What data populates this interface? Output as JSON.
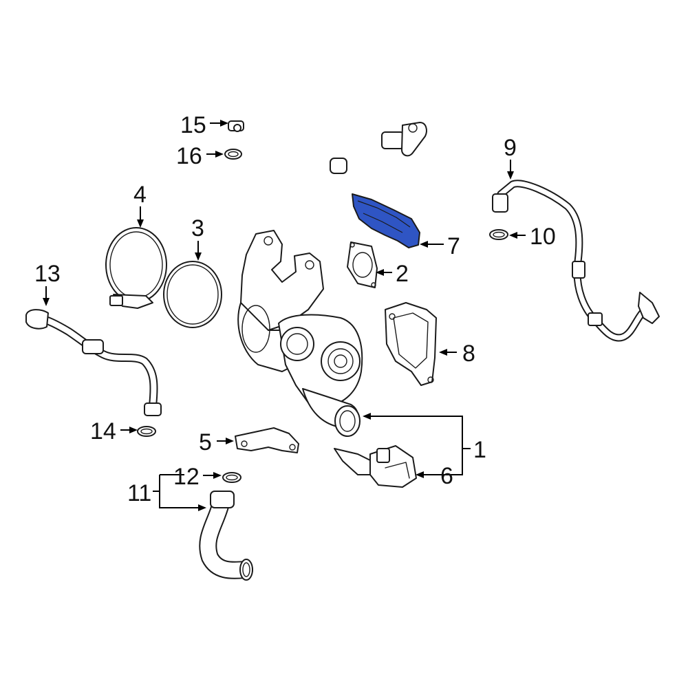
{
  "diagram": {
    "highlight_color": "#2f55c4",
    "line_color": "#1a1a1a",
    "callouts": [
      {
        "id": "c1",
        "label": "1"
      },
      {
        "id": "c2",
        "label": "2"
      },
      {
        "id": "c3",
        "label": "3"
      },
      {
        "id": "c4",
        "label": "4"
      },
      {
        "id": "c5",
        "label": "5"
      },
      {
        "id": "c6",
        "label": "6"
      },
      {
        "id": "c7",
        "label": "7"
      },
      {
        "id": "c8",
        "label": "8"
      },
      {
        "id": "c9",
        "label": "9"
      },
      {
        "id": "c10",
        "label": "10"
      },
      {
        "id": "c11",
        "label": "11"
      },
      {
        "id": "c12",
        "label": "12"
      },
      {
        "id": "c13",
        "label": "13"
      },
      {
        "id": "c14",
        "label": "14"
      },
      {
        "id": "c15",
        "label": "15"
      },
      {
        "id": "c16",
        "label": "16"
      }
    ],
    "highlighted_part": "7"
  }
}
